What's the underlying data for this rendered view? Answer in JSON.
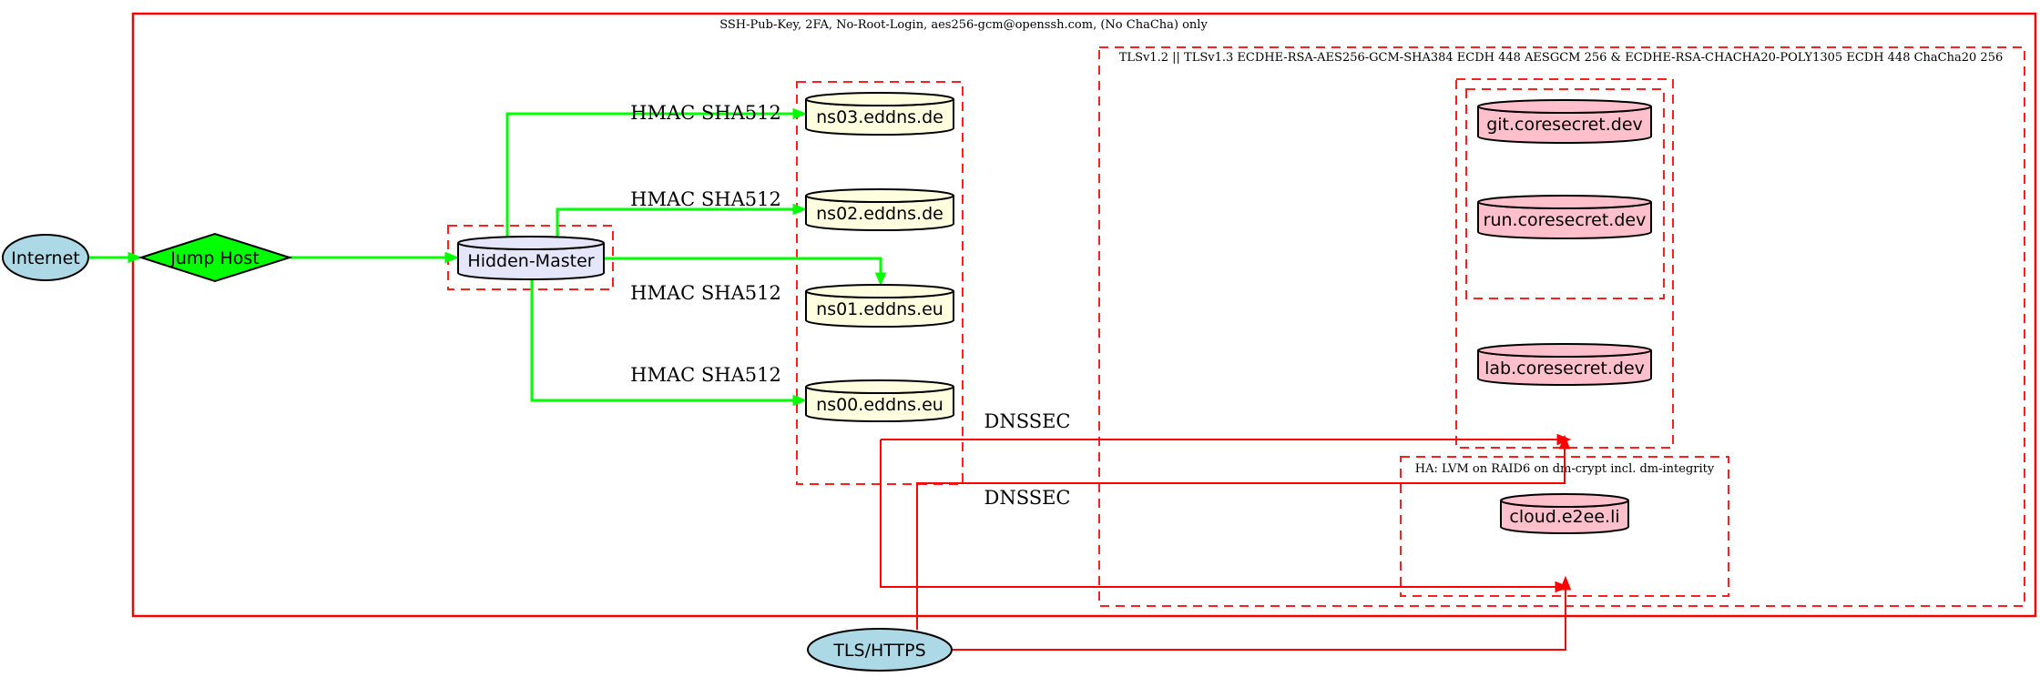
{
  "clusters": {
    "ssh": {
      "label": "SSH-Pub-Key, 2FA, No-Root-Login, aes256-gcm@openssh.com, (No ChaCha) only"
    },
    "tls": {
      "label": "TLSv1.2 || TLSv1.3 ECDHE-RSA-AES256-GCM-SHA384 ECDH 448 AESGCM 256 & ECDHE-RSA-CHACHA20-POLY1305 ECDH 448 ChaCha20 256"
    },
    "ha": {
      "label": "HA: LVM on RAID6 on dm-crypt incl. dm-integrity"
    }
  },
  "nodes": {
    "internet": {
      "label": "Internet",
      "shape": "ellipse",
      "fill": "#add8e6"
    },
    "jump_host": {
      "label": "Jump Host",
      "shape": "diamond",
      "fill": "#00ff00"
    },
    "hidden_master": {
      "label": "Hidden-Master",
      "shape": "cylinder",
      "fill": "#e6e6fa"
    },
    "ns03": {
      "label": "ns03.eddns.de",
      "shape": "cylinder",
      "fill": "#ffffe0"
    },
    "ns02": {
      "label": "ns02.eddns.de",
      "shape": "cylinder",
      "fill": "#ffffe0"
    },
    "ns01": {
      "label": "ns01.eddns.eu",
      "shape": "cylinder",
      "fill": "#ffffe0"
    },
    "ns00": {
      "label": "ns00.eddns.eu",
      "shape": "cylinder",
      "fill": "#ffffe0"
    },
    "git": {
      "label": "git.coresecret.dev",
      "shape": "cylinder",
      "fill": "#ffc0cb"
    },
    "run": {
      "label": "run.coresecret.dev",
      "shape": "cylinder",
      "fill": "#ffc0cb"
    },
    "lab": {
      "label": "lab.coresecret.dev",
      "shape": "cylinder",
      "fill": "#ffc0cb"
    },
    "cloud": {
      "label": "cloud.e2ee.li",
      "shape": "cylinder",
      "fill": "#ffc0cb"
    },
    "tls_https": {
      "label": "TLS/HTTPS",
      "shape": "ellipse",
      "fill": "#add8e6"
    }
  },
  "edge_labels": {
    "hmac": "HMAC SHA512",
    "dnssec": "DNSSEC"
  },
  "colors": {
    "edge_green": "#00ff00",
    "edge_red": "#ff0000",
    "cluster_red": "#ff0000",
    "node_border": "#000000",
    "lightblue": "#add8e6",
    "lavender": "#e6e6fa",
    "lightyellow": "#ffffe0",
    "pink": "#ffc0cb",
    "background": "#ffffff"
  }
}
